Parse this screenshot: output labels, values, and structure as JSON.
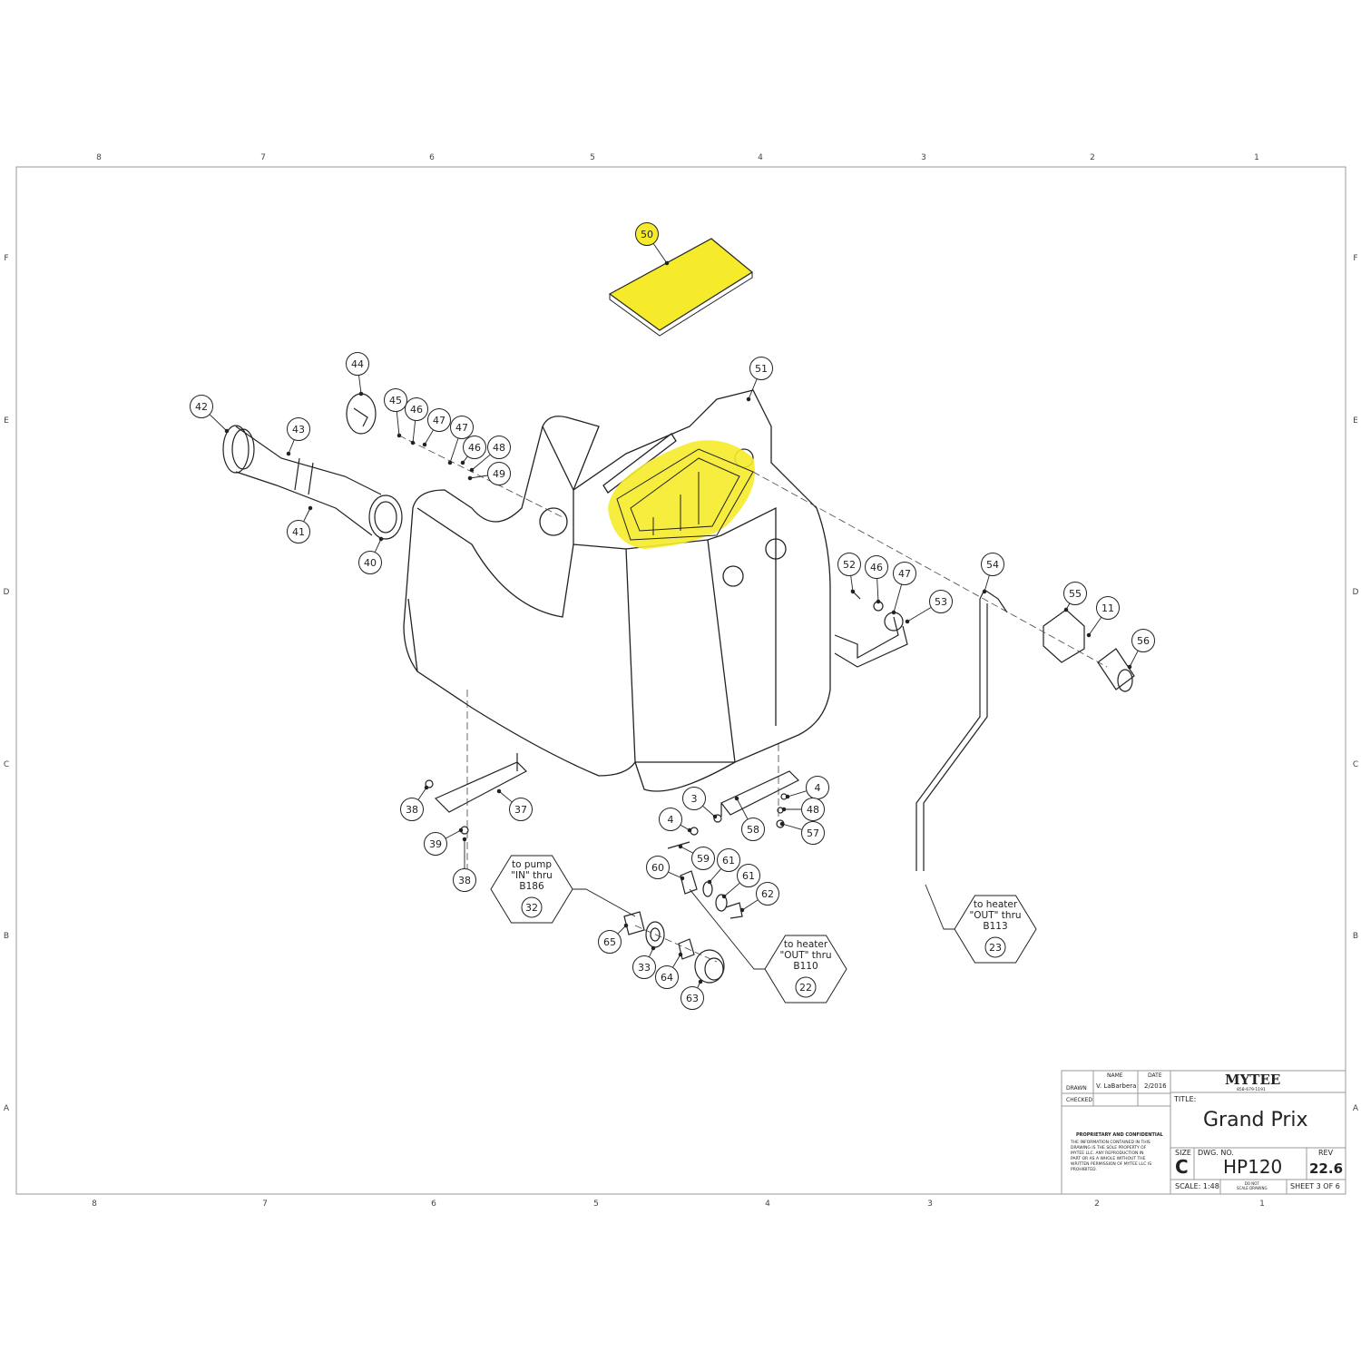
{
  "frame": {
    "columns_top": [
      "8",
      "7",
      "6",
      "5",
      "4",
      "3",
      "2",
      "1"
    ],
    "columns_bottom": [
      "8",
      "7",
      "6",
      "5",
      "4",
      "3",
      "2",
      "1"
    ],
    "rows": [
      "F",
      "E",
      "D",
      "C",
      "B",
      "A"
    ]
  },
  "balloons": [
    "50",
    "51",
    "44",
    "42",
    "43",
    "45",
    "46",
    "47",
    "47",
    "46",
    "48",
    "49",
    "41",
    "40",
    "52",
    "46",
    "47",
    "53",
    "54",
    "55",
    "11",
    "56",
    "38",
    "37",
    "39",
    "38",
    "3",
    "4",
    "48",
    "58",
    "57",
    "4",
    "59",
    "61",
    "61",
    "60",
    "62",
    "65",
    "33",
    "64",
    "63"
  ],
  "highlighted_part": "50",
  "references": [
    {
      "lines": [
        "to pump",
        "\"IN\" thru",
        "B186"
      ],
      "num": "32"
    },
    {
      "lines": [
        "to heater",
        "\"OUT\" thru",
        "B110"
      ],
      "num": "22"
    },
    {
      "lines": [
        "to heater",
        "\"OUT\" thru",
        "B113"
      ],
      "num": "23"
    }
  ],
  "title_block": {
    "name_hdr": "NAME",
    "date_hdr": "DATE",
    "drawn_label": "DRAWN",
    "drawn_name": "V. LaBarbera",
    "drawn_date": "2/2016",
    "checked_label": "CHECKED",
    "company": "MYTEE",
    "phone": "858-679-1191",
    "title_label": "TITLE:",
    "title": "Grand Prix",
    "prop_title": "PROPRIETARY AND CONFIDENTIAL",
    "prop_text": [
      "THE INFORMATION CONTAINED IN THIS",
      "DRAWING IS THE SOLE PROPERTY OF",
      "MYTEE LLC.  ANY REPRODUCTION IN",
      "PART OR AS A WHOLE WITHOUT THE",
      "WRITTEN PERMISSION OF MYTEE LLC IS",
      "PROHIBITED."
    ],
    "size_label": "SIZE",
    "size": "C",
    "dwg_label": "DWG.  NO.",
    "dwg_no": "HP120",
    "rev_label": "REV",
    "rev": "22.6",
    "scale": "SCALE: 1:48",
    "no_scale": [
      "DO NOT",
      "SCALE DRAWING"
    ],
    "sheet": "SHEET 3 OF 6"
  },
  "colors": {
    "highlight": "#f5eb2a",
    "line": "#222222"
  }
}
